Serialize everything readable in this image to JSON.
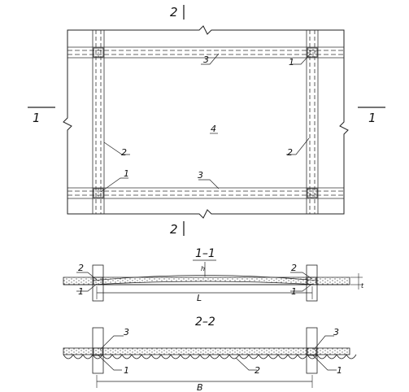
{
  "plan": {
    "marker_1": "1",
    "marker_2": "2",
    "item_1": "1",
    "item_2": "2",
    "item_3": "3",
    "item_4": "4"
  },
  "section_1_1": {
    "title": "1–1",
    "item_1": "1",
    "item_2": "2",
    "dim_L": "L",
    "dim_h": "h",
    "dim_t": "t"
  },
  "section_2_2": {
    "title": "2–2",
    "item_1": "1",
    "item_2": "2",
    "item_3": "3",
    "dim_B": "B"
  },
  "colors": {
    "line": "#222222",
    "background": "#ffffff"
  }
}
